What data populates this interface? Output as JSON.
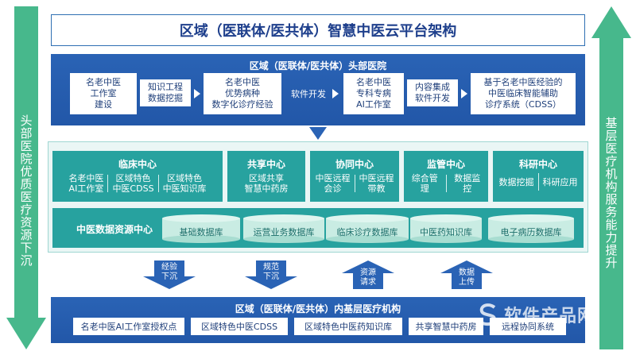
{
  "title": "区域（医联体/医共体）智慧中医云平台架构",
  "left_arrow_text": "头部医院优质医疗资源下沉",
  "right_arrow_text": "基层医疗机构服务能力提升",
  "head": {
    "title": "区域（医联体/医共体）头部医院",
    "box1": "名老中医\n工作室\n建设",
    "step1": "知识工程\n数据挖掘",
    "box2": "名老中医\n优势病种\n数字化诊疗经验",
    "step2": "软件开发",
    "box3": "名老中医\n专科专病\nAI工作室",
    "step3": "内容集成\n软件开发",
    "box4": "基于名老中医经验的\n中医临床智能辅助\n诊疗系统（CDSS）"
  },
  "centers": [
    {
      "title": "临床中心",
      "items": [
        "名老中医\nAI工作室",
        "区域特色\n中医CDSS",
        "区域特色\n中医知识库"
      ]
    },
    {
      "title": "共享中心",
      "items": [
        "区域共享\n智慧中药房"
      ]
    },
    {
      "title": "协同中心",
      "items": [
        "中医远程\n会诊",
        "中医远程\n带教"
      ]
    },
    {
      "title": "监管中心",
      "items": [
        "综合管理",
        "数据监控"
      ]
    },
    {
      "title": "科研中心",
      "items": [
        "数据挖掘",
        "科研应用"
      ]
    }
  ],
  "data_center": {
    "title": "中医数据资源中心",
    "dbs": [
      "基础数据库",
      "运营业务数据库",
      "临床诊疗数据库",
      "中医药知识库",
      "电子病历数据库"
    ]
  },
  "flows": [
    {
      "label": "经验\n下沉",
      "direction": "down"
    },
    {
      "label": "规范\n下沉",
      "direction": "down"
    },
    {
      "label": "资源\n请求",
      "direction": "up"
    },
    {
      "label": "数据\n上传",
      "direction": "up"
    }
  ],
  "bottom": {
    "title": "区域（医联体/医共体）内基层医疗机构",
    "items": [
      "名老中医AI工作室授权点",
      "区域特色中医CDSS",
      "区域特色中医药知识库",
      "共享智慧中药房",
      "远程协同系统"
    ]
  },
  "watermark": {
    "text": "软件产品网"
  },
  "colors": {
    "blue": "#2a63b5",
    "teal": "#27a29f",
    "green_arrow": "#47b88c",
    "title_text": "#1e3f8c"
  }
}
